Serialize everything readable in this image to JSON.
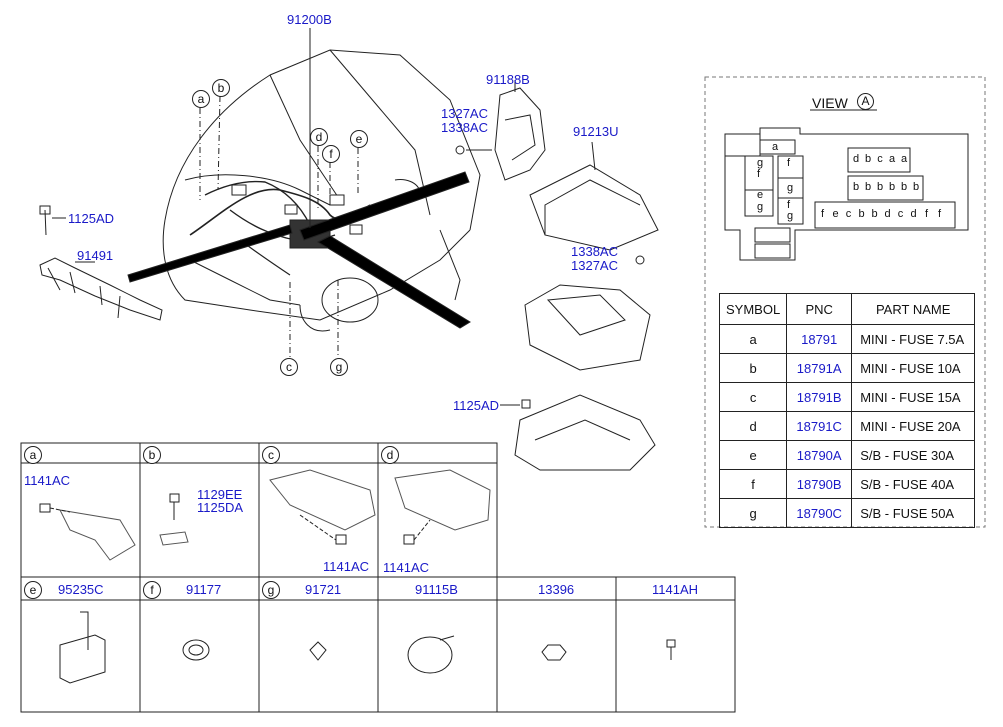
{
  "main_labels": {
    "harness": "91200B",
    "bracket_top": "91188B",
    "fastener_1": "1327AC",
    "fastener_2": "1338AC",
    "junction_box": "91213U",
    "bolt_left": "1125AD",
    "harness_left": "91491",
    "fastener_3": "1338AC",
    "fastener_4": "1327AC",
    "bolt_lower": "1125AD"
  },
  "callouts": {
    "a": "a",
    "b": "b",
    "c": "c",
    "d": "d",
    "e": "e",
    "f": "f",
    "g": "g"
  },
  "view": {
    "title": "VIEW",
    "marker": "A",
    "fuse_rows": {
      "top_small": "a",
      "left_g1": "g",
      "left_f1": "f",
      "left_f2": "f",
      "left_g2": "g",
      "left_e": "e",
      "left_g3": "g",
      "left_f3": "f",
      "left_g4": "g",
      "grid_row1": [
        "d",
        "b",
        "c",
        "a",
        "a"
      ],
      "grid_row2": [
        "b",
        "b",
        "b",
        "b",
        "b",
        "b"
      ],
      "grid_row3": [
        "f",
        "e",
        "c",
        "b",
        "b",
        "d",
        "c",
        "d",
        "f",
        "f"
      ]
    }
  },
  "symbol_table": {
    "headers": [
      "SYMBOL",
      "PNC",
      "PART NAME"
    ],
    "rows": [
      {
        "symbol": "a",
        "pnc": "18791",
        "name": "MINI - FUSE 7.5A"
      },
      {
        "symbol": "b",
        "pnc": "18791A",
        "name": "MINI - FUSE 10A"
      },
      {
        "symbol": "c",
        "pnc": "18791B",
        "name": "MINI - FUSE 15A"
      },
      {
        "symbol": "d",
        "pnc": "18791C",
        "name": "MINI - FUSE 20A"
      },
      {
        "symbol": "e",
        "pnc": "18790A",
        "name": "S/B - FUSE 30A"
      },
      {
        "symbol": "f",
        "pnc": "18790B",
        "name": "S/B - FUSE 40A"
      },
      {
        "symbol": "g",
        "pnc": "18790C",
        "name": "S/B - FUSE 50A"
      }
    ]
  },
  "detail_row1": [
    {
      "key": "a",
      "parts": [
        "1141AC"
      ]
    },
    {
      "key": "b",
      "parts": [
        "1129EE",
        "1125DA"
      ]
    },
    {
      "key": "c",
      "parts": [
        "1141AC"
      ]
    },
    {
      "key": "d",
      "parts": [
        "1141AC"
      ]
    }
  ],
  "detail_row2": [
    {
      "key": "e",
      "part": "95235C"
    },
    {
      "key": "f",
      "part": "91177"
    },
    {
      "key": "g",
      "part": "91721"
    },
    {
      "key": "",
      "part": "91115B"
    },
    {
      "key": "",
      "part": "13396"
    },
    {
      "key": "",
      "part": "1141AH"
    }
  ]
}
